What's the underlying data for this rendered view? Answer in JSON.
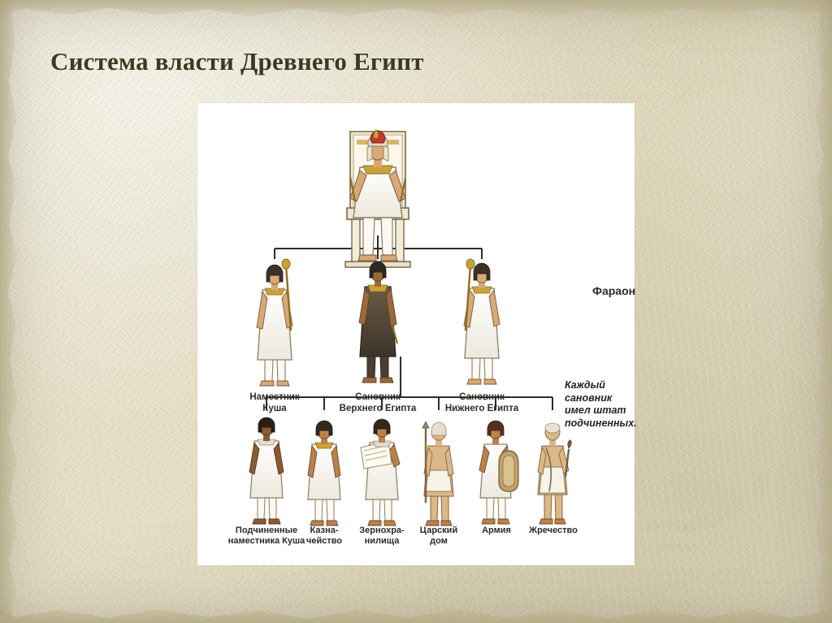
{
  "slide": {
    "title": "Система власти Древнего Египт"
  },
  "diagram": {
    "type": "hierarchy",
    "callout": "Каждый\nсановник\nимел штат\nподчиненных.",
    "tiers": [
      {
        "level": 1,
        "nodes": [
          {
            "id": "pharaoh",
            "label": "Фараон",
            "figure": "seated-pharaoh-on-throne"
          }
        ]
      },
      {
        "level": 2,
        "nodes": [
          {
            "id": "viceroy-kush",
            "label": "Наместник\nКуша",
            "figure": "standing-official-with-staff"
          },
          {
            "id": "dignitary-upper",
            "label": "Сановник\nВерхнего Египта",
            "figure": "standing-official-dark-robe"
          },
          {
            "id": "dignitary-lower",
            "label": "Сановник\nНижнего Египта",
            "figure": "standing-official-with-staff"
          }
        ]
      },
      {
        "level": 3,
        "nodes": [
          {
            "id": "subordinates-kush",
            "label": "Подчиненные\nнаместника Куша",
            "figure": "official-dark-skin"
          },
          {
            "id": "treasury",
            "label": "Казна-\nчейство",
            "figure": "official-with-necklace"
          },
          {
            "id": "granaries",
            "label": "Зернохра-\nнилища",
            "figure": "scribe-with-scroll"
          },
          {
            "id": "royal-house",
            "label": "Царский\nдом",
            "figure": "guard-with-spear"
          },
          {
            "id": "army",
            "label": "Армия",
            "figure": "soldier-with-shield"
          },
          {
            "id": "priesthood",
            "label": "Жречество",
            "figure": "priest-with-staff"
          }
        ]
      }
    ],
    "edges": [
      {
        "from": "pharaoh",
        "to": "viceroy-kush"
      },
      {
        "from": "pharaoh",
        "to": "dignitary-upper"
      },
      {
        "from": "pharaoh",
        "to": "dignitary-lower"
      },
      {
        "from": "dignitary-upper",
        "to": "subordinates-kush"
      },
      {
        "from": "dignitary-upper",
        "to": "treasury"
      },
      {
        "from": "dignitary-upper",
        "to": "granaries"
      },
      {
        "from": "dignitary-upper",
        "to": "royal-house"
      },
      {
        "from": "dignitary-upper",
        "to": "army"
      },
      {
        "from": "dignitary-upper",
        "to": "priesthood"
      }
    ]
  },
  "colors": {
    "background": "#e5dfc8",
    "title": "#3c3a22",
    "card": "#ffffff",
    "connector": "#2b2b28",
    "label": "#2a2a28",
    "skin_light": "#d8a878",
    "skin_dark": "#8a5a34",
    "robe": "#f4f2ec",
    "gold": "#c9a33a",
    "crown_red": "#c0392b"
  }
}
